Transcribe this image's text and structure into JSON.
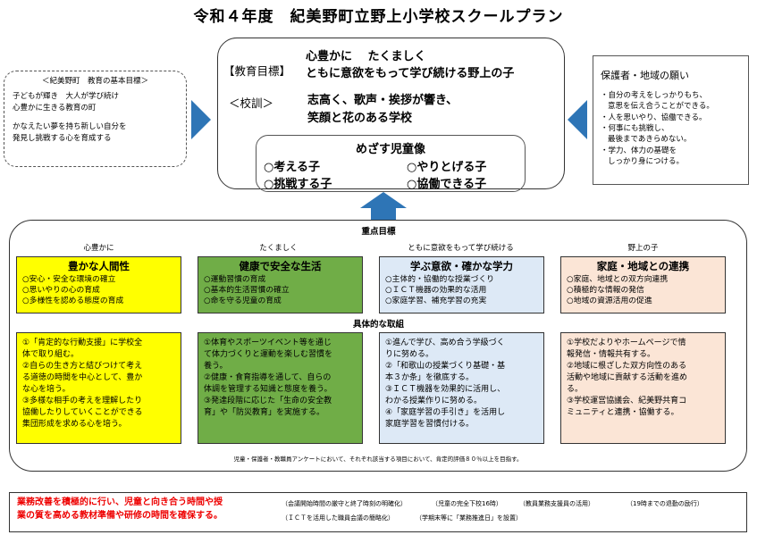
{
  "title": "令和４年度　紀美野町立野上小学校スクールプラン",
  "basic_goal": {
    "heading": "＜紀美野町　教育の基本目標＞",
    "lines1": [
      "子どもが輝き　大人が学び続け",
      "心豊かに生きる教育の町"
    ],
    "lines2": [
      "かなえたい夢を持ち新しい自分を",
      "発見し挑戦する心を育成する"
    ]
  },
  "center": {
    "goal_label": "【教育目標】",
    "goal_lines": [
      "心豊かに　 たくましく",
      "ともに意欲をもって学び続ける野上の子"
    ],
    "motto_label": "＜校訓＞",
    "motto_lines": [
      "志高く、歌声・挨拶が響き、",
      "笑顔と花のある学校"
    ],
    "ideal_title": "めざす児童像",
    "ideal_items": [
      "○考える子",
      "○やりとげる子",
      "○挑戦する子",
      "○協働できる子"
    ]
  },
  "parents": {
    "heading": "保護者・地域の願い",
    "items": [
      [
        "・自分の考えをしっかりもち、",
        "意思を伝え合うことができる。"
      ],
      [
        "・人を思いやり、協働できる。"
      ],
      [
        "・何事にも挑戦し、",
        "最後まであきらめない。"
      ],
      [
        "・学力、体力の基礎を",
        "しっかり身につける。"
      ]
    ]
  },
  "focus": {
    "label": "重点目標",
    "cards": [
      {
        "category": "心豊かに",
        "title": "豊かな人間性",
        "items": [
          "○安心・安全な環境の確立",
          "○思いやりの心の育成",
          "○多様性を認める態度の育成"
        ]
      },
      {
        "category": "たくましく",
        "title": "健康で安全な生活",
        "items": [
          "○運動習慣の育成",
          "○基本的生活習慣の確立",
          "○命を守る児童の育成"
        ]
      },
      {
        "category": "ともに意欲をもって学び続ける",
        "title": "学ぶ意欲・確かな学力",
        "items": [
          "○主体的・協働的な授業づくり",
          "○ＩＣＴ機器の効果的な活用",
          "○家庭学習、補充学習の充実"
        ]
      },
      {
        "category": "野上の子",
        "title": "家庭・地域との連携",
        "items": [
          "○家庭、地域との双方向連携",
          "○積極的な情報の発信",
          "○地域の資源活用の促進"
        ]
      }
    ]
  },
  "actions": {
    "label": "具体的な取組",
    "cards": [
      [
        "①「肯定的な行動支援」に学校全",
        "体で取り組む。",
        "②自らの生き方と結びつけて考え",
        "る道徳の時間を中心として、豊か",
        "な心を培う。",
        "③多様な相手の考えを理解したり",
        "協働したりしていくことができる",
        "集団形成を求める心を培う。"
      ],
      [
        "①体育やスポーツイベント等を通じ",
        "て体力づくりと運動を楽しむ習慣を",
        "養う。",
        "②健康・食育指導を通して、自らの",
        "体調を管理する知識と態度を養う。",
        "③発達段階に応じた「生命の安全教",
        "育」や「防災教育」を実施する。"
      ],
      [
        "①進んで学び、高め合う学級づく",
        "りに努める。",
        "②「和歌山の授業づくり基礎・基",
        "本３か条」を徹底する。",
        "③ＩＣＴ機器を効果的に活用し、",
        "わかる授業作りに努める。",
        "④「家庭学習の手引き」を活用し",
        "家庭学習を習慣付ける。"
      ],
      [
        "①学校だよりやホームページで情",
        "報発信・情報共有する。",
        "②地域に根ざした双方向性のある",
        "活動や地域に貢献する活動を進め",
        "る。",
        "③学校運営協議会、紀美野共育コ",
        "ミュニティと連携・協働する。"
      ]
    ]
  },
  "note": "児童・保護者・教職員アンケートにおいて、それぞれ該当する項目において、肯定的評価８０％以上を目指す。",
  "bottom": {
    "red_lines": [
      "業務改善を積極的に行い、児童と向き合う時間や授",
      "業の質を高める教材準備や研修の時間を確保する。"
    ],
    "small_line1": [
      "（会議開始時間の厳守と終了時刻の明確化）",
      "（児童の完全下校16時）",
      "（教員業務支援員の活用）",
      "（19時までの退勤の励行）"
    ],
    "small_line2": [
      "（ＩＣＴを活用した職員会議の簡略化）",
      "（学期末等に「業務推進日」を設置）"
    ]
  },
  "colors": {
    "arrow": "#2e75b6",
    "card1": "#ffff00",
    "card2": "#70ad47",
    "card3": "#dde9f6",
    "card4": "#fbe5d6",
    "bottom_red": "#ee0000"
  }
}
